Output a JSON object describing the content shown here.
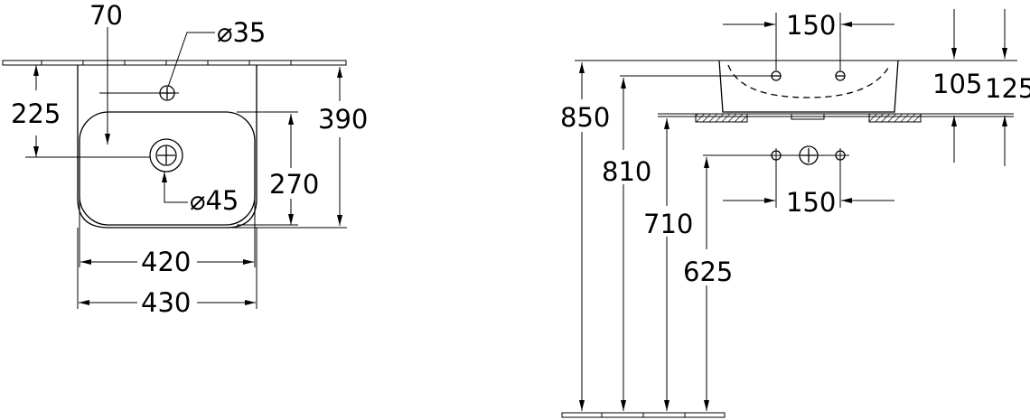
{
  "front_view": {
    "dim_70": "70",
    "dim_hole_35": "⌀35",
    "dim_225": "225",
    "dim_390": "390",
    "dim_270": "270",
    "dim_drain_45": "⌀45",
    "dim_420": "420",
    "dim_430": "430"
  },
  "side_view": {
    "dim_150_top": "150",
    "dim_150_bottom": "150",
    "dim_105": "105",
    "dim_125": "125",
    "dim_850": "850",
    "dim_810": "810",
    "dim_710": "710",
    "dim_625": "625"
  }
}
